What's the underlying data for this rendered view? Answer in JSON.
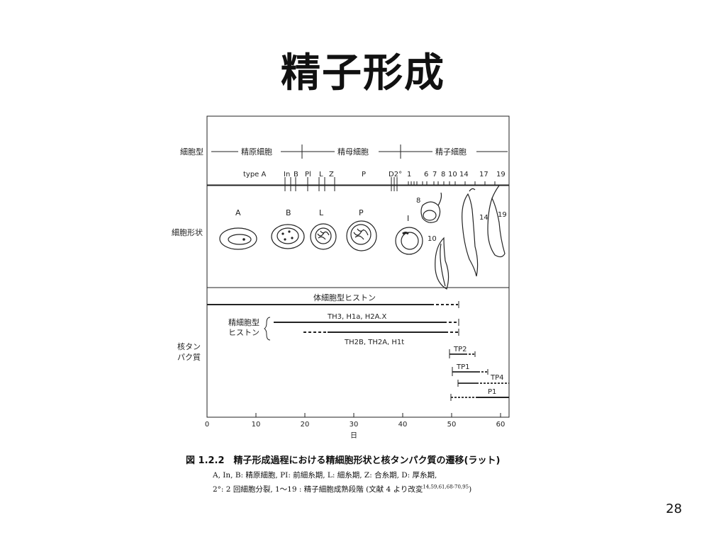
{
  "slide": {
    "title": "精子形成",
    "page_number": "28"
  },
  "figure": {
    "row_labels": {
      "cell_type": "細胞型",
      "cell_shape": "細胞形状",
      "nuclear_protein_1": "核タン",
      "nuclear_protein_2": "パク質"
    },
    "phases": {
      "spermatogonia": "精原細胞",
      "spermatocyte": "精母細胞",
      "spermatid": "精子細胞"
    },
    "stage_labels": [
      "type A",
      "In",
      "B",
      "Pl",
      "L",
      "Z",
      "P",
      "D2°",
      "1",
      "6",
      "7",
      "8",
      "10",
      "14",
      "17",
      "19"
    ],
    "shape_labels": [
      "A",
      "B",
      "L",
      "P",
      "I",
      "8",
      "10",
      "14",
      "19"
    ],
    "histone_labels": {
      "somatic": "体細胞型ヒストン",
      "testis_1": "精細胞型",
      "testis_2": "ヒストン",
      "group1": "TH3, H1a, H2A.X",
      "group2": "TH2B, TH2A, H1t"
    },
    "protein_labels": [
      "TP2",
      "TP1",
      "TP4",
      "P1"
    ],
    "x_ticks": [
      "0",
      "10",
      "20",
      "30",
      "40",
      "50",
      "60"
    ],
    "x_label": "日"
  },
  "caption": {
    "title": "図 1.2.2　精子形成過程における精細胞形状と核タンパク質の遷移(ラット)",
    "line1": "A, In, B: 精原細胞, PI: 前細糸期, L: 細糸期, Z: 合糸期, D: 厚糸期,",
    "line2": "2°: 2 回細胞分裂, 1〜19 : 精子細胞成熟段階 (文献 4 より改変",
    "line2_ref": "14,59,61,68-70,95",
    "line2_end": ")"
  }
}
